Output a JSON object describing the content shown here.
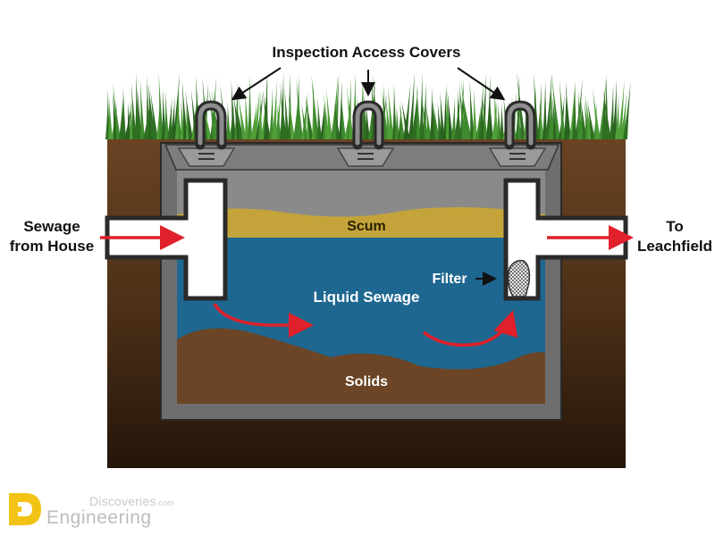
{
  "labels": {
    "inspection_covers": "Inspection Access Covers",
    "sewage_from_house_line1": "Sewage",
    "sewage_from_house_line2": "from House",
    "to_leachfield_line1": "To",
    "to_leachfield_line2": "Leachfield",
    "scum": "Scum",
    "filter": "Filter",
    "liquid_sewage": "Liquid Sewage",
    "solids": "Solids"
  },
  "watermark": {
    "line1": "Discoveries",
    "line1_suffix": ".com",
    "line2": "Engineering"
  },
  "colors": {
    "soil": "#5a3a1f",
    "soil_dark": "#2b190c",
    "grass": "#3f8a2e",
    "tank_wall": "#6e6e6e",
    "scum": "#c4a43a",
    "liquid": "#1e6790",
    "solids": "#6b4525",
    "arrow": "#e0202a",
    "logo_yellow": "#f2c315"
  }
}
